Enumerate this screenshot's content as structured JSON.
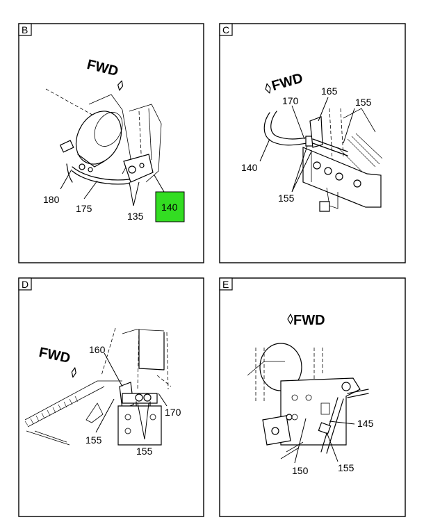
{
  "colors": {
    "highlight": "#33dd22",
    "line": "#000000",
    "background": "#ffffff"
  },
  "panels": {
    "b": {
      "tag": "B",
      "fwd": "FWD",
      "callouts": {
        "c180": "180",
        "c175": "175",
        "c135": "135",
        "c140": "140"
      }
    },
    "c": {
      "tag": "C",
      "fwd": "FWD",
      "callouts": {
        "c165": "165",
        "c170": "170",
        "c155a": "155",
        "c140": "140",
        "c155b": "155"
      }
    },
    "d": {
      "tag": "D",
      "fwd": "FWD",
      "callouts": {
        "c160": "160",
        "c170": "170",
        "c155a": "155",
        "c155b": "155"
      }
    },
    "e": {
      "tag": "E",
      "fwd": "FWD",
      "callouts": {
        "c145": "145",
        "c150": "150",
        "c155": "155"
      }
    }
  }
}
